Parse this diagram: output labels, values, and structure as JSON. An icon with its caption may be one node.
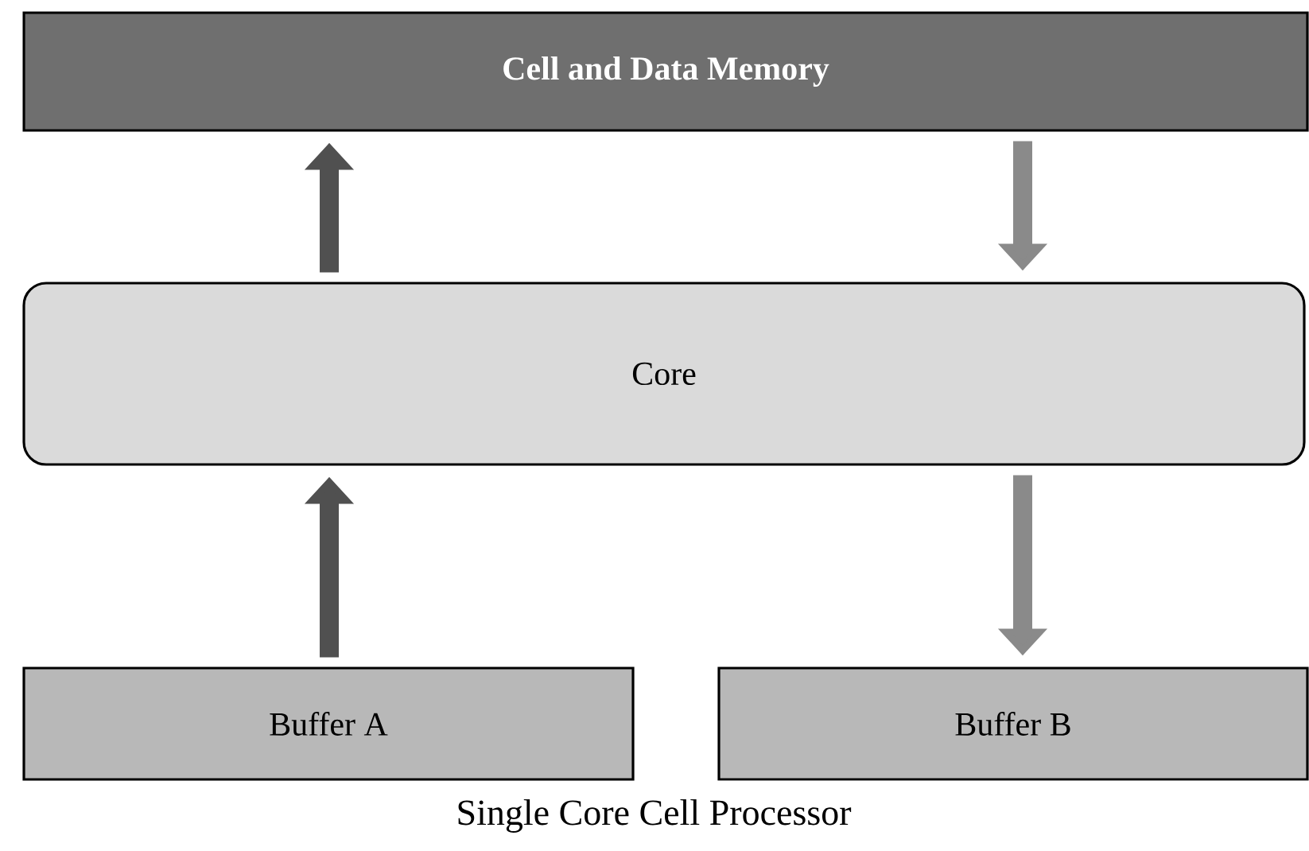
{
  "diagram": {
    "caption": "Single Core Cell Processor",
    "nodes": [
      {
        "text": [
          "Cell and Data Memory"
        ]
      },
      {
        "text": [
          "Core"
        ]
      },
      {
        "text": [
          "Buffer A"
        ]
      },
      {
        "text": [
          "Buffer B"
        ]
      }
    ],
    "edges": [
      {
        "from": 1,
        "to": 0,
        "arrow": "to"
      },
      {
        "from": 0,
        "to": 1,
        "arrow": "to",
        "color": "#8a8a8a"
      },
      {
        "from": 2,
        "to": 1,
        "arrow": "to"
      },
      {
        "from": 1,
        "to": 3,
        "arrow": "to",
        "color": "#8a8a8a"
      }
    ]
  }
}
